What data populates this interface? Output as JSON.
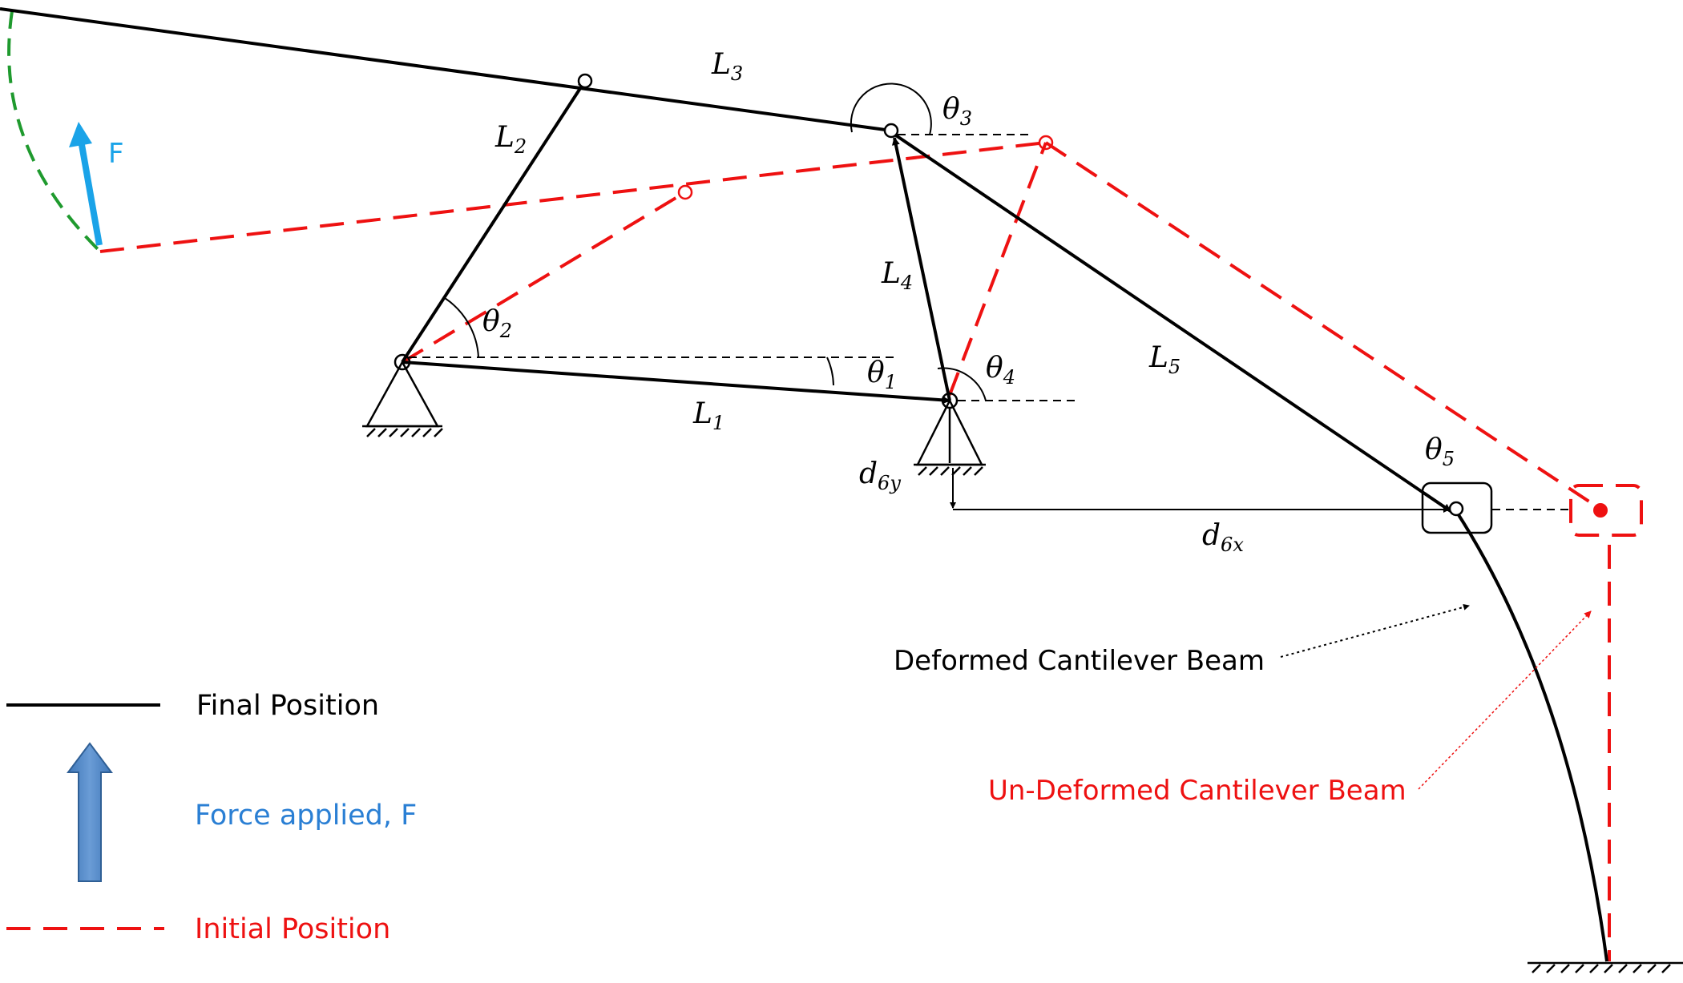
{
  "symbols": {
    "L1": {
      "base": "L",
      "sub": "1"
    },
    "L2": {
      "base": "L",
      "sub": "2"
    },
    "L3": {
      "base": "L",
      "sub": "3"
    },
    "L4": {
      "base": "L",
      "sub": "4"
    },
    "L5": {
      "base": "L",
      "sub": "5"
    },
    "theta1": {
      "base": "θ",
      "sub": "1"
    },
    "theta2": {
      "base": "θ",
      "sub": "2"
    },
    "theta3": {
      "base": "θ",
      "sub": "3"
    },
    "theta4": {
      "base": "θ",
      "sub": "4"
    },
    "theta5": {
      "base": "θ",
      "sub": "5"
    },
    "d6x": {
      "base": "d",
      "sub": "6x"
    },
    "d6y": {
      "base": "d",
      "sub": "6y"
    }
  },
  "force_label": "F",
  "annotations": {
    "deformed_beam": "Deformed Cantilever Beam",
    "undeformed_beam": "Un-Deformed Cantilever Beam"
  },
  "legend": {
    "final_position": "Final Position",
    "force_applied": "Force applied, F",
    "initial_position": "Initial Position"
  },
  "colors": {
    "final": "#000000",
    "initial": "#ee1111",
    "force": "#1aa3e8",
    "force_legend": "#2a7fd4",
    "trajectory": "#1f9a2e"
  }
}
